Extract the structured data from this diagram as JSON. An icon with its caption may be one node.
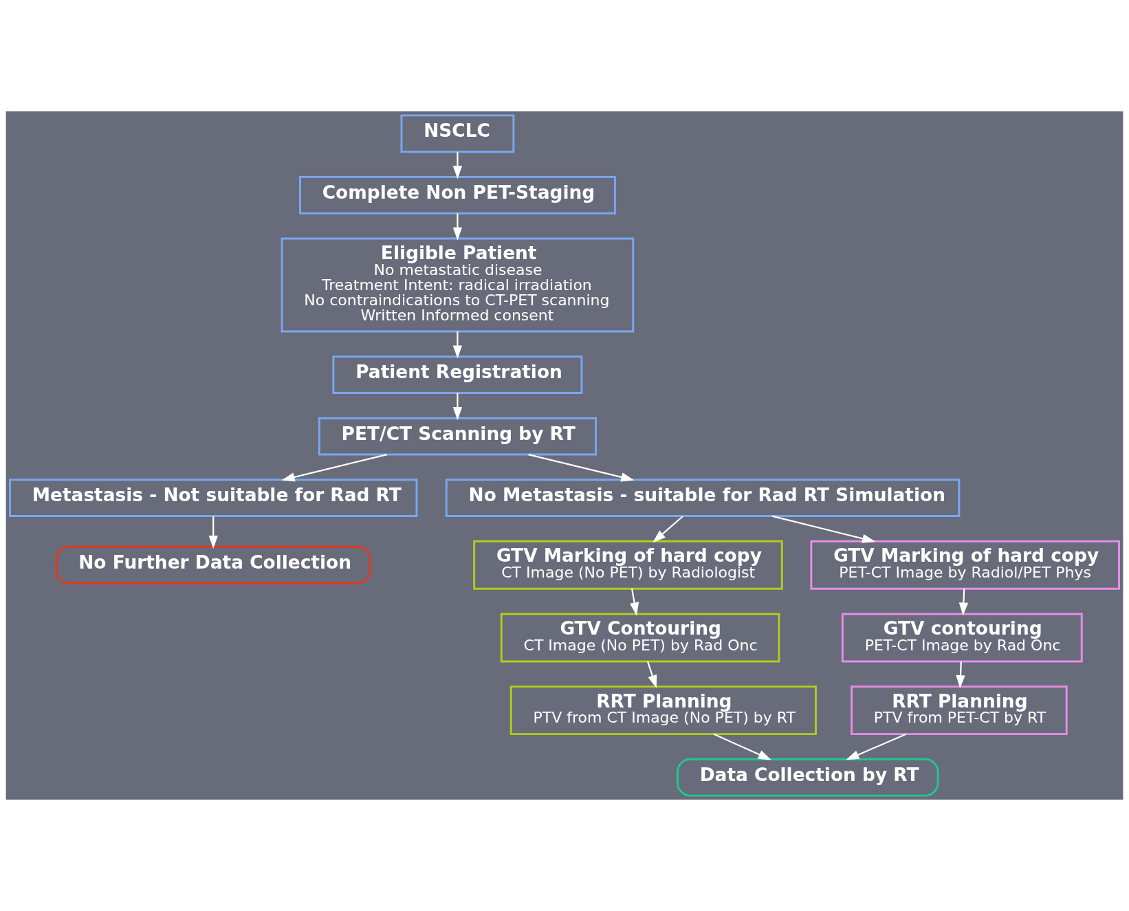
{
  "diagram": {
    "nodes": [
      {
        "text": [
          "NSCLC"
        ]
      },
      {
        "text": [
          "Complete Non PET-Staging"
        ]
      },
      {
        "text": [
          "Eligible Patient",
          "No metastatic disease",
          "Treatment Intent: radical irradiation",
          "No contraindications to CT-PET scanning",
          "Written Informed consent"
        ]
      },
      {
        "text": [
          "Patient Registration"
        ]
      },
      {
        "text": [
          "PET/CT Scanning by RT"
        ]
      },
      {
        "text": [
          "Metastasis - Not suitable for Rad RT"
        ]
      },
      {
        "text": [
          "No Metastasis - suitable for Rad RT Simulation"
        ]
      },
      {
        "text": [
          "No Further Data Collection"
        ]
      },
      {
        "text": [
          "GTV Marking of hard copy",
          "CT Image (No PET) by Radiologist"
        ]
      },
      {
        "text": [
          "GTV Contouring",
          "CT Image (No PET) by Rad Onc"
        ]
      },
      {
        "text": [
          "RRT Planning",
          "PTV from CT Image (No PET) by RT"
        ]
      },
      {
        "text": [
          "GTV Marking of hard copy",
          "PET-CT Image by Radiol/PET Phys"
        ]
      },
      {
        "text": [
          "GTV contouring",
          "PET-CT Image by Rad Onc"
        ]
      },
      {
        "text": [
          "RRT Planning",
          "PTV from PET-CT by RT"
        ]
      },
      {
        "text": [
          "Data Collection by RT"
        ]
      }
    ],
    "edges": [
      {
        "from": 0,
        "to": 1,
        "arrow": "to"
      },
      {
        "from": 1,
        "to": 2,
        "arrow": "to"
      },
      {
        "from": 2,
        "to": 3,
        "arrow": "to"
      },
      {
        "from": 3,
        "to": 4,
        "arrow": "to"
      },
      {
        "from": 4,
        "to": 5,
        "arrow": "to"
      },
      {
        "from": 4,
        "to": 6,
        "arrow": "to"
      },
      {
        "from": 5,
        "to": 7,
        "arrow": "to"
      },
      {
        "from": 6,
        "to": 8,
        "arrow": "to"
      },
      {
        "from": 6,
        "to": 11,
        "arrow": "to"
      },
      {
        "from": 8,
        "to": 9,
        "arrow": "to"
      },
      {
        "from": 9,
        "to": 10,
        "arrow": "to"
      },
      {
        "from": 11,
        "to": 12,
        "arrow": "to"
      },
      {
        "from": 12,
        "to": 13,
        "arrow": "to"
      },
      {
        "from": 10,
        "to": 14,
        "arrow": "to"
      },
      {
        "from": 13,
        "to": 14,
        "arrow": "to"
      }
    ]
  }
}
